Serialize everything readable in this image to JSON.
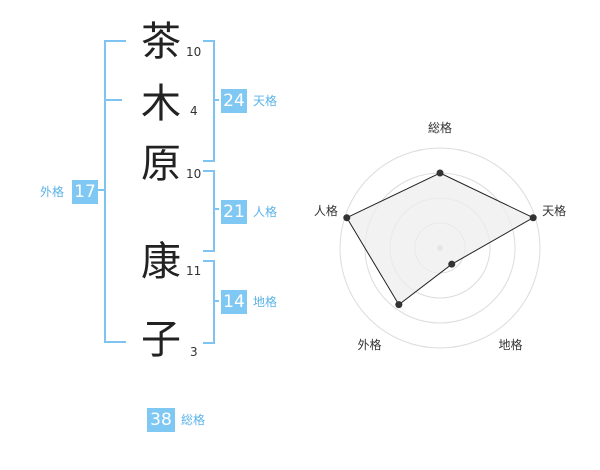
{
  "name": {
    "chars": [
      {
        "char": "茶",
        "strokes": "10"
      },
      {
        "char": "木",
        "strokes": "4"
      },
      {
        "char": "原",
        "strokes": "10"
      },
      {
        "char": "康",
        "strokes": "11"
      },
      {
        "char": "子",
        "strokes": "3"
      }
    ]
  },
  "fortune": {
    "tenkaku": {
      "value": "24",
      "label": "天格"
    },
    "jinkaku": {
      "value": "21",
      "label": "人格"
    },
    "chikaku": {
      "value": "14",
      "label": "地格"
    },
    "gaikaku": {
      "value": "17",
      "label": "外格"
    },
    "soukaku": {
      "value": "38",
      "label": "総格"
    }
  },
  "chart_data": {
    "type": "radar",
    "axes": [
      "総格",
      "天格",
      "地格",
      "外格",
      "人格"
    ],
    "values": [
      0.75,
      0.98,
      0.2,
      0.7,
      0.98
    ],
    "max": 1,
    "rings": 4
  },
  "colors": {
    "accent": "#80c8f4",
    "bracket": "#7fc3f0",
    "label": "#5ab3e8",
    "radar_fill": "#eeeeee",
    "radar_line": "#222222"
  }
}
